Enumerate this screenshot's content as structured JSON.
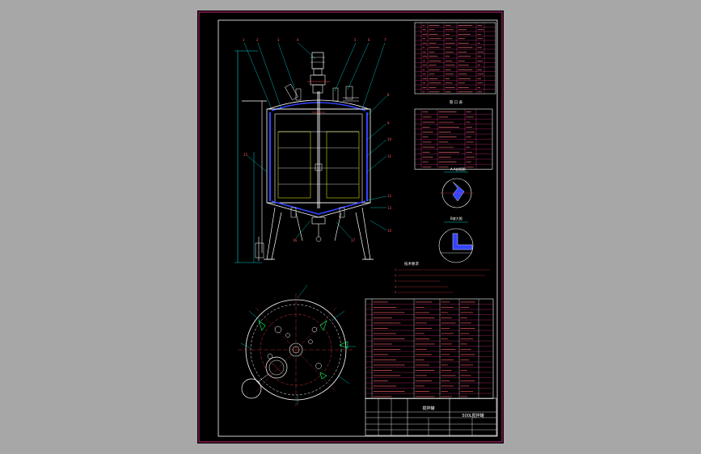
{
  "viewer": {
    "background": "#a7a7a7",
    "sheet_background": "#000000"
  },
  "colors": {
    "frame": "#ff3399",
    "outline": "#ffffff",
    "cyan": "#00ffff",
    "yellow": "#ffff00",
    "green": "#00ff66",
    "blue": "#3344ff",
    "red": "#ff4040",
    "magenta": "#ff44ff"
  },
  "balloons": {
    "top": [
      "1",
      "2",
      "3",
      "4",
      "5",
      "6",
      "7"
    ],
    "right": [
      "8",
      "9",
      "10",
      "11",
      "12",
      "13",
      "14"
    ],
    "left": [
      "15"
    ],
    "bottom": [
      "16",
      "17"
    ]
  },
  "detail_views": {
    "view_a": "A-A剖视图",
    "view_b": "B放大图"
  },
  "nozzle_table": {
    "title": "管 口 表"
  },
  "notes": {
    "heading": "技术要求",
    "lines": [
      "1.",
      "2.",
      "3.",
      "4.",
      "5."
    ]
  },
  "title_block": {
    "name": "搅拌罐",
    "drawing_title": "500L搅拌罐"
  }
}
